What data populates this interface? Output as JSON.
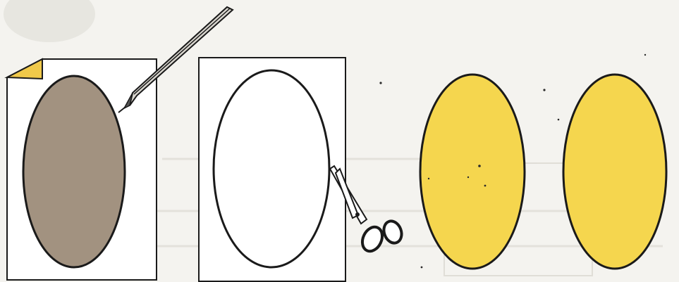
{
  "colors": {
    "background": "#f4f3ef",
    "paper": "#ffffff",
    "outline": "#1a1a1a",
    "template_fill": "#a29280",
    "egg_fill": "#f5d64e",
    "corner_fold": "#f0c94a",
    "bleed_through": "#d8d6cf"
  },
  "icons": {
    "pencil": "pencil-icon",
    "scissors": "scissors-icon"
  },
  "steps": [
    {
      "name": "trace-template-step",
      "shape": "brown-oval-template",
      "tool": "pencil-icon"
    },
    {
      "name": "cut-out-step",
      "shape": "outlined-oval",
      "tool": "scissors-icon"
    },
    {
      "name": "result-step",
      "shape": "two-yellow-ovals",
      "tool": ""
    }
  ]
}
